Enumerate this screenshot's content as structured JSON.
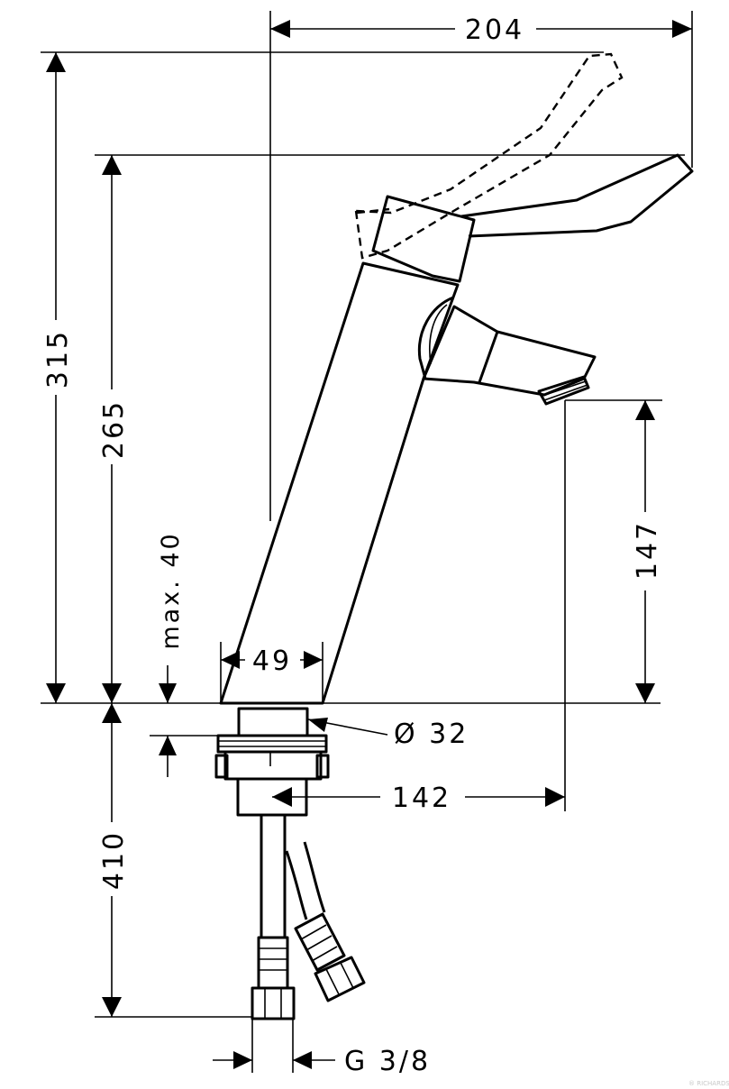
{
  "dimensions": {
    "total_width": "204",
    "total_height": "315",
    "spout_height_top": "265",
    "max_thickness": "max. 40",
    "base_width": "49",
    "shank_diameter": "Ø 32",
    "spout_reach": "142",
    "spout_outlet_height": "147",
    "hose_length": "410",
    "connection_thread": "G 3/8"
  },
  "watermark": "® RICHARDSON"
}
